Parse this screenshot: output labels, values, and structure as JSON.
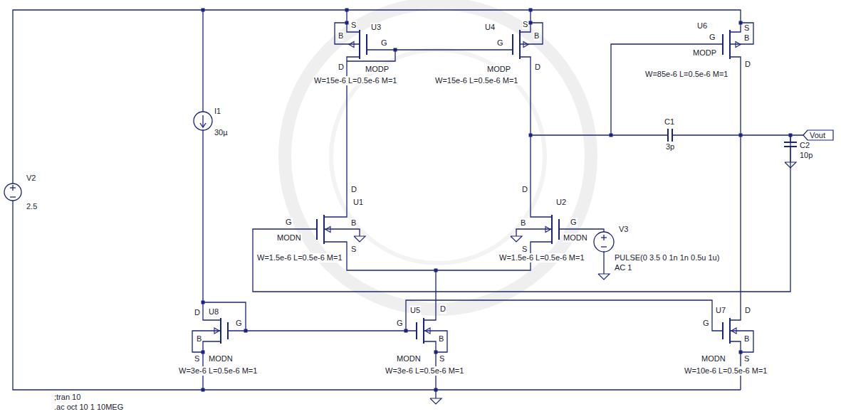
{
  "diagram": {
    "labels": [
      "U3",
      "S",
      "B",
      "G",
      "D",
      "MODP",
      "W=15e-6 L=0.5e-6 M=1",
      "U4",
      "G",
      "S",
      "B",
      "D",
      "MODP",
      "W=15e-6 L=0.5e-6 M=1",
      "U6",
      "S",
      "B",
      "G",
      "MODP",
      "D",
      "W=85e-6 L=0.5e-6 M=1",
      "I1",
      "30µ",
      "V2",
      "2.5",
      "C1",
      "3p",
      "C2",
      "10p",
      "Vout",
      "U1",
      "D",
      "G",
      "B",
      "MODN",
      "S",
      "W=1.5e-6 L=0.5e-6 M=1",
      "U2",
      "D",
      "B",
      "G",
      "MODN",
      "S",
      "W=1.5e-6 L=0.5e-6 M=1",
      "V3",
      "PULSE(0 3.5 0 1n 1n 0.5u 1u)",
      "AC 1",
      "U8",
      "D",
      "G",
      "B",
      "S",
      "MODN",
      "W=3e-6 L=0.5e-6 M=1",
      "U5",
      "G",
      "D",
      "B",
      "S",
      "MODN",
      "W=3e-6 L=0.5e-6 M=1",
      "U7",
      "D",
      "G",
      "B",
      "S",
      "MODN",
      "W=10e-6 L=0.5e-6 M=1",
      ";tran 10",
      ".ac oct 10 1 10MEG"
    ]
  }
}
